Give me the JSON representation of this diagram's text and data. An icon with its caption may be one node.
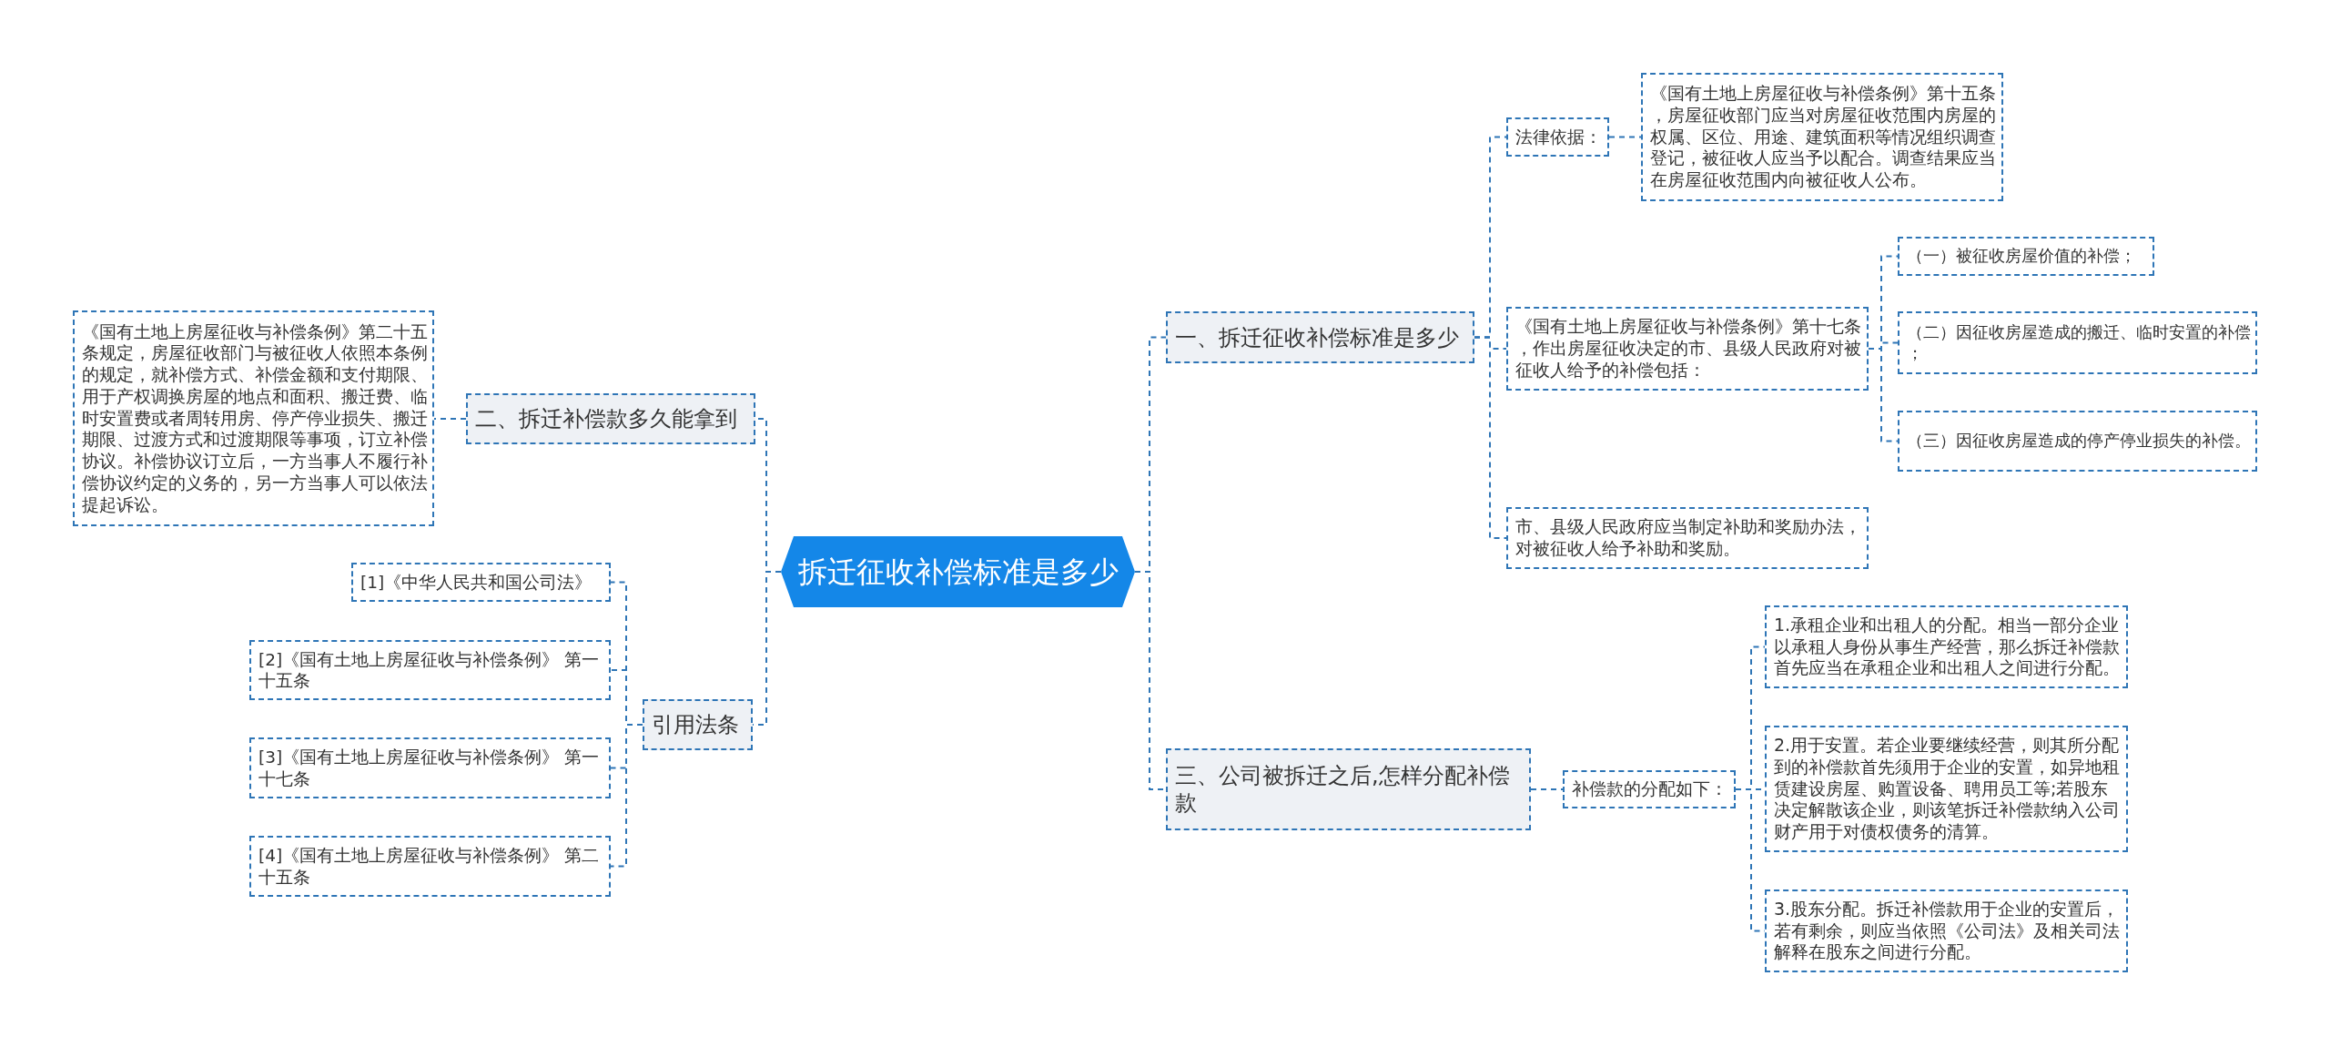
{
  "diagram": {
    "nodes": [
      {
        "text": [
          "拆迁征收补偿标准是多少"
        ]
      },
      {
        "text": [
          "一、拆迁征收补偿标准是多少"
        ]
      },
      {
        "text": [
          "法律依据："
        ]
      },
      {
        "text": [
          "《国有土地上房屋征收与补偿条例》第十五条，房屋征收部门应当对房屋征收范围内房屋的权属、区位、用途、建筑面积等情况组织调查登记，被征收人应当予以配合。调查结果应当在房屋征收范围内向被征收人公布。"
        ]
      },
      {
        "text": [
          "《国有土地上房屋征收与补偿条例》第十七条，作出房屋征收决定的市、县级人民政府对被征收人给予的补偿包括："
        ]
      },
      {
        "text": [
          "（一）被征收房屋价值的补偿；"
        ]
      },
      {
        "text": [
          "（二）因征收房屋造成的搬迁、临时安置的补偿；"
        ]
      },
      {
        "text": [
          "（三）因征收房屋造成的停产停业损失的补偿。"
        ]
      },
      {
        "text": [
          "市、县级人民政府应当制定补助和奖励办法，对被征收人给予补助和奖励。"
        ]
      },
      {
        "text": [
          "三、公司被拆迁之后,怎样分配补偿款"
        ]
      },
      {
        "text": [
          "补偿款的分配如下："
        ]
      },
      {
        "text": [
          "1.承租企业和出租人的分配。相当一部分企业以承租人身份从事生产经营，那么拆迁补偿款首先应当在承租企业和出租人之间进行分配。"
        ]
      },
      {
        "text": [
          "2.用于安置。若企业要继续经营，则其所分配到的补偿款首先须用于企业的安置，如异地租赁建设房屋、购置设备、聘用员工等;若股东决定解散该企业，则该笔拆迁补偿款纳入公司财产用于对债权债务的清算。"
        ]
      },
      {
        "text": [
          "3.股东分配。拆迁补偿款用于企业的安置后，若有剩余，则应当依照《公司法》及相关司法解释在股东之间进行分配。"
        ]
      },
      {
        "text": [
          "二、拆迁补偿款多久能拿到"
        ]
      },
      {
        "text": [
          "《国有土地上房屋征收与补偿条例》第二十五条规定，房屋征收部门与被征收人依照本条例的规定，就补偿方式、补偿金额和支付期限、用于产权调换房屋的地点和面积、搬迁费、临时安置费或者周转用房、停产停业损失、搬迁期限、过渡方式和过渡期限等事项，订立补偿协议。补偿协议订立后，一方当事人不履行补偿协议约定的义务的，另一方当事人可以依法提起诉讼。"
        ]
      },
      {
        "text": [
          "引用法条"
        ]
      },
      {
        "text": [
          "[1]《中华人民共和国公司法》"
        ]
      },
      {
        "text": [
          "[2]《国有土地上房屋征收与补偿条例》 第一十五条"
        ]
      },
      {
        "text": [
          "[3]《国有土地上房屋征收与补偿条例》 第一十七条"
        ]
      },
      {
        "text": [
          "[4]《国有土地上房屋征收与补偿条例》 第二十五条"
        ]
      }
    ],
    "edges": [
      {
        "from": 0,
        "to": 1,
        "arrow": "none"
      },
      {
        "from": 0,
        "to": 9,
        "arrow": "none"
      },
      {
        "from": 0,
        "to": 14,
        "arrow": "none"
      },
      {
        "from": 0,
        "to": 16,
        "arrow": "none"
      },
      {
        "from": 1,
        "to": 2,
        "arrow": "none"
      },
      {
        "from": 1,
        "to": 4,
        "arrow": "none"
      },
      {
        "from": 1,
        "to": 8,
        "arrow": "none"
      },
      {
        "from": 2,
        "to": 3,
        "arrow": "none"
      },
      {
        "from": 4,
        "to": 5,
        "arrow": "none"
      },
      {
        "from": 4,
        "to": 6,
        "arrow": "none"
      },
      {
        "from": 4,
        "to": 7,
        "arrow": "none"
      },
      {
        "from": 9,
        "to": 10,
        "arrow": "none"
      },
      {
        "from": 10,
        "to": 11,
        "arrow": "none"
      },
      {
        "from": 10,
        "to": 12,
        "arrow": "none"
      },
      {
        "from": 10,
        "to": 13,
        "arrow": "none"
      },
      {
        "from": 14,
        "to": 15,
        "arrow": "none"
      },
      {
        "from": 16,
        "to": 17,
        "arrow": "none"
      },
      {
        "from": 16,
        "to": 18,
        "arrow": "none"
      },
      {
        "from": 16,
        "to": 19,
        "arrow": "none"
      },
      {
        "from": 16,
        "to": 20,
        "arrow": "none"
      }
    ]
  }
}
